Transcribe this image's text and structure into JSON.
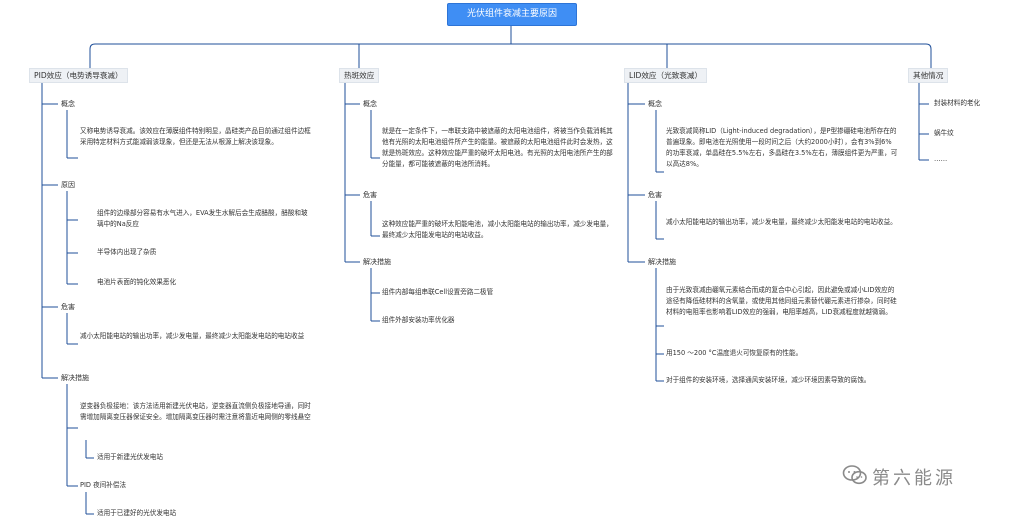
{
  "root": {
    "title": "光伏组件衰减主要原因"
  },
  "branches": {
    "pid": {
      "title": "PID效应（电势诱导衰减）",
      "concept_label": "概念",
      "concept_text": "又称电势诱导衰减。该效应在薄膜组件特别明显，晶硅类产品目前通过组件边框采用特定材料方式能减弱该现象，但还是无法从根源上解决该现象。",
      "cause_label": "原因",
      "causes": [
        "组件的边缘部分容易有水气进入，EVA发生水解后会生成醋酸，醋酸和玻璃中的Na反应",
        "半导体内出现了杂质",
        "电池片表面的钝化效果恶化"
      ],
      "harm_label": "危害",
      "harm_text": "减小太阳能电站的输出功率，减少发电量，最终减少太阳能发电站的电站收益",
      "solution_label": "解决措施",
      "solution1_text": "逆变器负极接地：该方法适用新建光伏电站，逆变器直流侧负极接地导通，同时需增加隔离变压器保证安全。增加隔离变压器时需注意将靠近电网侧的零线悬空",
      "solution1_sub": "适用于新建光伏发电站",
      "solution2_text": "PID 夜间补偿法",
      "solution2_sub": "适用于已建好的光伏发电站"
    },
    "hotspot": {
      "title": "热斑效应",
      "concept_label": "概念",
      "concept_text": "就是在一定条件下，一串联支路中被遮蔽的太阳电池组件，将被当作负载消耗其他有光照的太阳电池组件所产生的能量。被遮蔽的太阳电池组件此时会发热，这就是热斑效应。这种效应能严重的破坏太阳电池。有光照的太阳电池所产生的部分能量，都可能被遮蔽的电池所消耗。",
      "harm_label": "危害",
      "harm_text": "这种效应能严重的破坏太阳能电池，减小太阳能电站的输出功率，减少发电量，最终减少太阳能发电站的电站收益。",
      "solution_label": "解决措施",
      "solutions": [
        "组件内部每组串联Cell设置旁路二极管",
        "组件外部安装功率优化器"
      ]
    },
    "lid": {
      "title": "LID效应（光致衰减）",
      "concept_label": "概念",
      "concept_text": "光致衰减简称LID（Light-induced degradation），是P型掺硼硅电池所存在的普遍现象。即电池在光照使用一段时间之后（大约2000小时），会有3%到6%的功率衰减，单晶硅在5.5%左右，多晶硅在3.5%左右，薄膜组件更为严重，可以高达8%。",
      "harm_label": "危害",
      "harm_text": "减小太阳能电站的输出功率，减少发电量，最终减少太阳能发电站的电站收益。",
      "solution_label": "解决措施",
      "solutions": [
        "由于光致衰减由硼氧元素结合而成的复合中心引起，因此避免或减小LID效应的途径有降低硅材料的含氧量，或使用其他同组元素替代硼元素进行掺杂，同时硅材料的电阻率也影响着LID效应的强弱，电阻率越高，LID衰减程度就越微弱。",
        "用150 ～200 °C温度退火可恢复原有的性能。",
        "对于组件的安装环境，选择通风安装环境，减少环境因素导致的腐蚀。"
      ]
    },
    "other": {
      "title": "其他情况",
      "items": [
        "封装材料的老化",
        "蜗牛纹",
        "……"
      ]
    }
  },
  "watermark": {
    "text": "第六能源",
    "icon": "wechat-icon"
  },
  "colors": {
    "root_fill": "#3f8ef4",
    "line": "#1f4f9a",
    "branch_fill": "#eef1f5"
  }
}
